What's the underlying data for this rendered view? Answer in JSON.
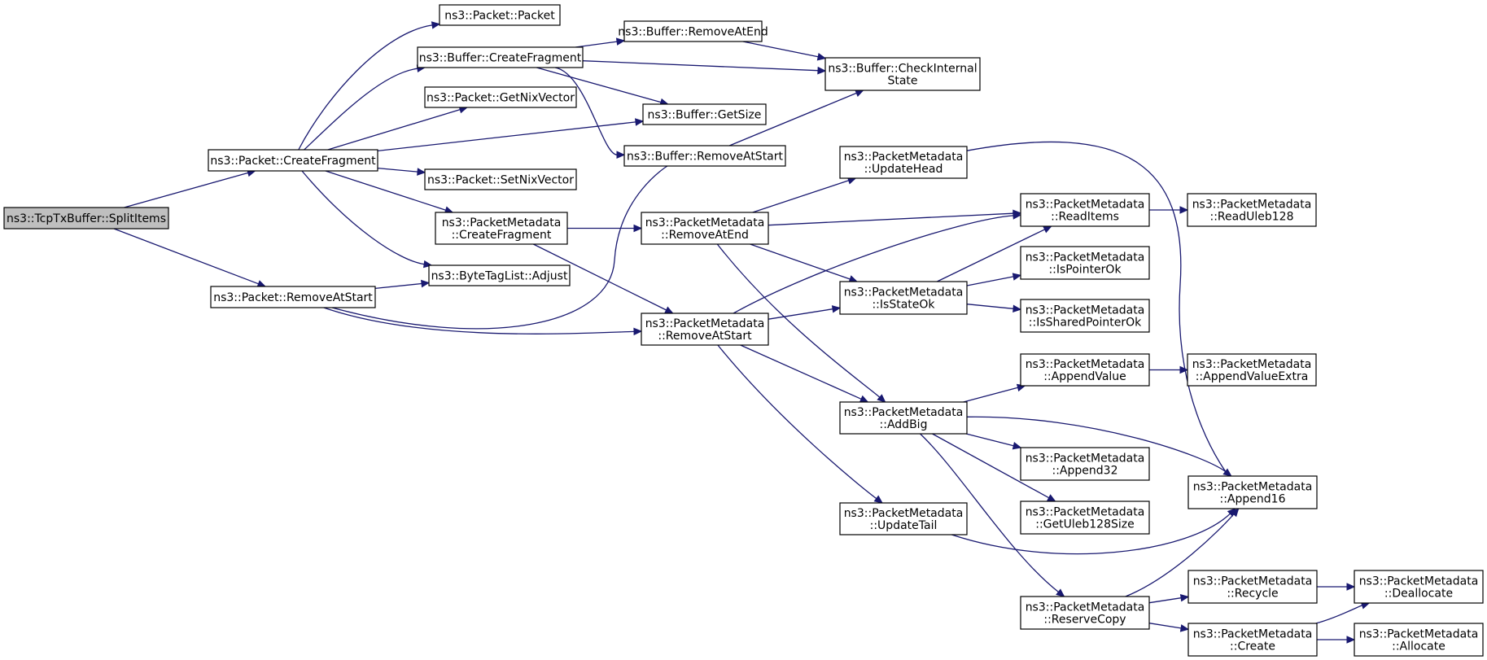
{
  "colors": {
    "edge": "#191970",
    "root_fill": "#bfbfbf",
    "node_fill": "#ffffff",
    "border": "#000000"
  },
  "graph": {
    "nodes": [
      {
        "id": "splititems",
        "root": true,
        "lines": [
          "ns3::TcpTxBuffer::SplitItems"
        ]
      },
      {
        "id": "pkt_createfragment",
        "lines": [
          "ns3::Packet::CreateFragment"
        ]
      },
      {
        "id": "pkt_removeatstart",
        "lines": [
          "ns3::Packet::RemoveAtStart"
        ]
      },
      {
        "id": "pkt_packet",
        "lines": [
          "ns3::Packet::Packet"
        ]
      },
      {
        "id": "buf_createfragment",
        "lines": [
          "ns3::Buffer::CreateFragment"
        ]
      },
      {
        "id": "pkt_getnixvector",
        "lines": [
          "ns3::Packet::GetNixVector"
        ]
      },
      {
        "id": "pkt_setnixvector",
        "lines": [
          "ns3::Packet::SetNixVector"
        ]
      },
      {
        "id": "pm_createfragment",
        "lines": [
          "ns3::PacketMetadata",
          "::CreateFragment"
        ]
      },
      {
        "id": "btl_adjust",
        "lines": [
          "ns3::ByteTagList::Adjust"
        ]
      },
      {
        "id": "buf_removeatend",
        "lines": [
          "ns3::Buffer::RemoveAtEnd"
        ]
      },
      {
        "id": "buf_checkinternalstate",
        "lines": [
          "ns3::Buffer::CheckInternal",
          "State"
        ]
      },
      {
        "id": "buf_getsize",
        "lines": [
          "ns3::Buffer::GetSize"
        ]
      },
      {
        "id": "buf_removeatstart",
        "lines": [
          "ns3::Buffer::RemoveAtStart"
        ]
      },
      {
        "id": "pm_removeatend",
        "lines": [
          "ns3::PacketMetadata",
          "::RemoveAtEnd"
        ]
      },
      {
        "id": "pm_removeatstart",
        "lines": [
          "ns3::PacketMetadata",
          "::RemoveAtStart"
        ]
      },
      {
        "id": "pm_updatehead",
        "lines": [
          "ns3::PacketMetadata",
          "::UpdateHead"
        ]
      },
      {
        "id": "pm_readitems",
        "lines": [
          "ns3::PacketMetadata",
          "::ReadItems"
        ]
      },
      {
        "id": "pm_isstateok",
        "lines": [
          "ns3::PacketMetadata",
          "::IsStateOk"
        ]
      },
      {
        "id": "pm_addbig",
        "lines": [
          "ns3::PacketMetadata",
          "::AddBig"
        ]
      },
      {
        "id": "pm_updatetail",
        "lines": [
          "ns3::PacketMetadata",
          "::UpdateTail"
        ]
      },
      {
        "id": "pm_readuleb128",
        "lines": [
          "ns3::PacketMetadata",
          "::ReadUleb128"
        ]
      },
      {
        "id": "pm_ispointerok",
        "lines": [
          "ns3::PacketMetadata",
          "::IsPointerOk"
        ]
      },
      {
        "id": "pm_issharedpointerok",
        "lines": [
          "ns3::PacketMetadata",
          "::IsSharedPointerOk"
        ]
      },
      {
        "id": "pm_appendvalue",
        "lines": [
          "ns3::PacketMetadata",
          "::AppendValue"
        ]
      },
      {
        "id": "pm_appendvalueextra",
        "lines": [
          "ns3::PacketMetadata",
          "::AppendValueExtra"
        ]
      },
      {
        "id": "pm_append32",
        "lines": [
          "ns3::PacketMetadata",
          "::Append32"
        ]
      },
      {
        "id": "pm_getuleb128size",
        "lines": [
          "ns3::PacketMetadata",
          "::GetUleb128Size"
        ]
      },
      {
        "id": "pm_append16",
        "lines": [
          "ns3::PacketMetadata",
          "::Append16"
        ]
      },
      {
        "id": "pm_reservecopy",
        "lines": [
          "ns3::PacketMetadata",
          "::ReserveCopy"
        ]
      },
      {
        "id": "pm_recycle",
        "lines": [
          "ns3::PacketMetadata",
          "::Recycle"
        ]
      },
      {
        "id": "pm_create",
        "lines": [
          "ns3::PacketMetadata",
          "::Create"
        ]
      },
      {
        "id": "pm_deallocate",
        "lines": [
          "ns3::PacketMetadata",
          "::Deallocate"
        ]
      },
      {
        "id": "pm_allocate",
        "lines": [
          "ns3::PacketMetadata",
          "::Allocate"
        ]
      }
    ],
    "edges": [
      {
        "from": "splititems",
        "to": "pkt_createfragment"
      },
      {
        "from": "splititems",
        "to": "pkt_removeatstart"
      },
      {
        "from": "pkt_createfragment",
        "to": "pkt_packet"
      },
      {
        "from": "pkt_createfragment",
        "to": "buf_createfragment"
      },
      {
        "from": "pkt_createfragment",
        "to": "pkt_getnixvector"
      },
      {
        "from": "pkt_createfragment",
        "to": "buf_getsize"
      },
      {
        "from": "pkt_createfragment",
        "to": "pkt_setnixvector"
      },
      {
        "from": "pkt_createfragment",
        "to": "pm_createfragment"
      },
      {
        "from": "pkt_createfragment",
        "to": "btl_adjust"
      },
      {
        "from": "pkt_removeatstart",
        "to": "btl_adjust"
      },
      {
        "from": "pkt_removeatstart",
        "to": "buf_removeatstart"
      },
      {
        "from": "pkt_removeatstart",
        "to": "pm_removeatstart"
      },
      {
        "from": "buf_createfragment",
        "to": "buf_removeatend"
      },
      {
        "from": "buf_createfragment",
        "to": "buf_checkinternalstate"
      },
      {
        "from": "buf_createfragment",
        "to": "buf_getsize"
      },
      {
        "from": "buf_createfragment",
        "to": "buf_removeatstart"
      },
      {
        "from": "buf_removeatend",
        "to": "buf_checkinternalstate"
      },
      {
        "from": "buf_removeatstart",
        "to": "buf_checkinternalstate"
      },
      {
        "from": "pm_createfragment",
        "to": "pm_removeatend"
      },
      {
        "from": "pm_createfragment",
        "to": "pm_removeatstart"
      },
      {
        "from": "pm_removeatend",
        "to": "pm_updatehead"
      },
      {
        "from": "pm_removeatend",
        "to": "pm_readitems"
      },
      {
        "from": "pm_removeatend",
        "to": "pm_isstateok"
      },
      {
        "from": "pm_removeatend",
        "to": "pm_addbig"
      },
      {
        "from": "pm_removeatstart",
        "to": "pm_readitems"
      },
      {
        "from": "pm_removeatstart",
        "to": "pm_isstateok"
      },
      {
        "from": "pm_removeatstart",
        "to": "pm_addbig"
      },
      {
        "from": "pm_removeatstart",
        "to": "pm_updatetail"
      },
      {
        "from": "pm_updatehead",
        "to": "pm_append16"
      },
      {
        "from": "pm_readitems",
        "to": "pm_readuleb128"
      },
      {
        "from": "pm_isstateok",
        "to": "pm_readitems"
      },
      {
        "from": "pm_isstateok",
        "to": "pm_ispointerok"
      },
      {
        "from": "pm_isstateok",
        "to": "pm_issharedpointerok"
      },
      {
        "from": "pm_addbig",
        "to": "pm_appendvalue"
      },
      {
        "from": "pm_addbig",
        "to": "pm_append16"
      },
      {
        "from": "pm_addbig",
        "to": "pm_append32"
      },
      {
        "from": "pm_addbig",
        "to": "pm_getuleb128size"
      },
      {
        "from": "pm_addbig",
        "to": "pm_reservecopy"
      },
      {
        "from": "pm_appendvalue",
        "to": "pm_appendvalueextra"
      },
      {
        "from": "pm_updatetail",
        "to": "pm_append16"
      },
      {
        "from": "pm_reservecopy",
        "to": "pm_append16"
      },
      {
        "from": "pm_reservecopy",
        "to": "pm_recycle"
      },
      {
        "from": "pm_reservecopy",
        "to": "pm_create"
      },
      {
        "from": "pm_recycle",
        "to": "pm_deallocate"
      },
      {
        "from": "pm_create",
        "to": "pm_deallocate"
      },
      {
        "from": "pm_create",
        "to": "pm_allocate"
      }
    ]
  }
}
